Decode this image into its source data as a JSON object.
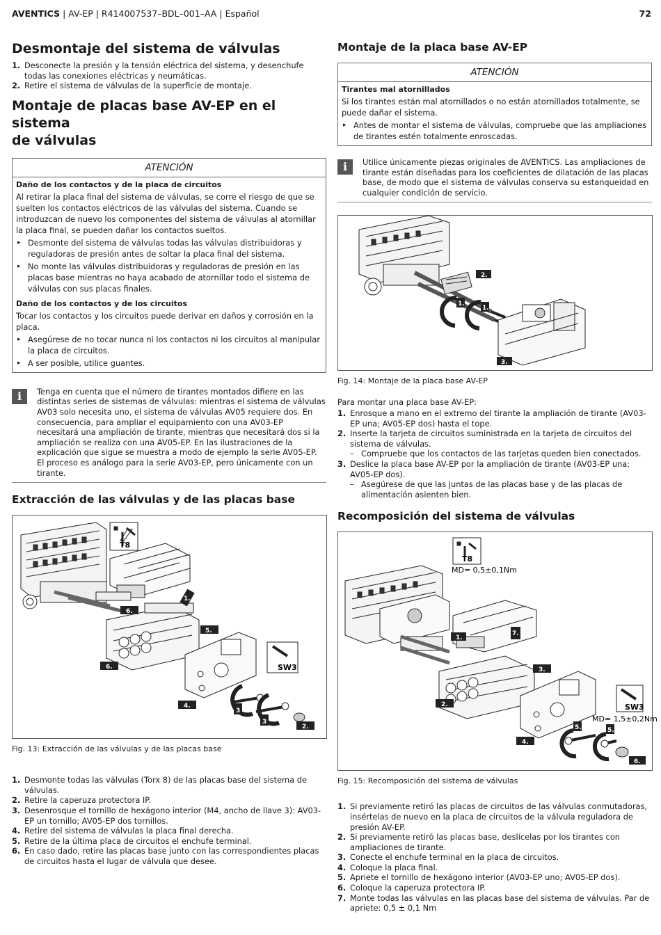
{
  "header": {
    "brand": "AVENTICS",
    "meta": " | AV-EP | R414007537–BDL–001–AA | Español",
    "page": "72"
  },
  "left": {
    "h_desmontaje": "Desmontaje del sistema de válvulas",
    "desmontaje_steps": [
      {
        "n": "1.",
        "t": "Desconecte la presión y la tensión eléctrica del sistema, y desenchufe todas las conexiones eléctricas y neumáticas."
      },
      {
        "n": "2.",
        "t": "Retire el sistema de válvulas de la superficie de montaje."
      }
    ],
    "h_montaje_line1": "Montaje de placas base AV-EP en el sistema",
    "h_montaje_line2": "de válvulas",
    "warn": {
      "title": "ATENCIÓN",
      "h1": "Daño de los contactos y de la placa de circuitos",
      "p1": "Al retirar la placa final del sistema de válvulas, se corre el riesgo de que se suelten los contactos eléctricos de las válvulas del sistema. Cuando se introduzcan de nuevo los componentes del sistema de válvulas al atornillar la placa final, se pueden dañar los contactos sueltos.",
      "b1": "Desmonte del sistema de válvulas todas las válvulas distribuidoras y reguladoras de presión antes de soltar la placa final del sistema.",
      "b2": "No monte las válvulas distribuidoras y reguladoras de presión en las placas base mientras no haya acabado de atornillar todo el sistema de válvulas con sus placas finales.",
      "h2": "Daño de los contactos y de los circuitos",
      "p2": "Tocar los contactos y los circuitos puede derivar en daños y corrosión en la placa.",
      "b3": "Asegúrese de no tocar nunca ni los contactos ni los circuitos al manipular la placa de circuitos.",
      "b4": "A ser posible, utilice guantes."
    },
    "info": "Tenga en cuenta que el número de tirantes montados difiere en las distintas series de sistemas de válvulas: mientras el sistema de válvulas AV03 solo necesita uno, el sistema de válvulas AV05 requiere dos. En consecuencia, para ampliar el equipamiento con una AV03-EP necesitará una ampliación de tirante, mientras que necesitará dos si la ampliación se realiza con una AV05-EP. En las ilustraciones de la explicación que sigue se muestra a modo de ejemplo la serie AV05-EP. El proceso es análogo para la serie AV03-EP, pero únicamente con un tirante.",
    "h_extraccion": "Extracción de las válvulas y de las placas base",
    "fig13": {
      "caption": "Fig. 13:   Extracción de las válvulas y de las placas base",
      "tool1": "T8",
      "tool2": "SW3",
      "tags": [
        "1.",
        "2.",
        "3",
        "3",
        "4.",
        "5.",
        "6.",
        "6."
      ]
    },
    "extraccion_steps": [
      {
        "n": "1.",
        "t": "Desmonte todas las válvulas (Torx 8) de las placas base del sistema de válvulas."
      },
      {
        "n": "2.",
        "t": "Retire la caperuza protectora IP."
      },
      {
        "n": "3.",
        "t": "Desenrosque el tornillo de hexágono interior (M4, ancho de llave 3): AV03-EP un tornillo; AV05-EP dos tornillos."
      },
      {
        "n": "4.",
        "t": "Retire del sistema de válvulas la placa final derecha."
      },
      {
        "n": "5.",
        "t": "Retire de la última placa de circuitos el enchufe terminal."
      },
      {
        "n": "6.",
        "t": "En caso dado, retire las placas base junto con las correspondientes placas de circuitos hasta el lugar de válvula que desee."
      }
    ]
  },
  "right": {
    "h_montaje_placa": "Montaje de la placa base AV-EP",
    "warn": {
      "title": "ATENCIÓN",
      "h1": "Tirantes mal atornillados",
      "p1": "Si los tirantes están mal atornillados o no están atornillados totalmente, se puede dañar el sistema.",
      "b1": "Antes de montar el sistema de válvulas, compruebe que las ampliaciones de tirantes estén totalmente enroscadas."
    },
    "info": "Utilice únicamente piezas originales de AVENTICS. Las ampliaciones de tirante están diseñadas para los coeficientes de dilatación de las placas base, de modo que el sistema de válvulas conserva su estanqueidad en cualquier condición de servicio.",
    "fig14": {
      "caption": "Fig. 14:   Montaje de la placa base AV-EP",
      "tags": [
        "1.",
        "1.",
        "2.",
        "3."
      ]
    },
    "intro": "Para montar una placa base AV-EP:",
    "montaje_steps": [
      {
        "n": "1.",
        "t": "Enrosque a mano en el extremo del tirante la ampliación de tirante (AV03-EP una; AV05-EP dos) hasta el tope.",
        "sub": ""
      },
      {
        "n": "2.",
        "t": "Inserte la tarjeta de circuitos suministrada en la tarjeta de circuitos del sistema de válvulas.",
        "sub": "Compruebe que los contactos de las tarjetas queden bien conectados."
      },
      {
        "n": "3.",
        "t": "Deslice la placa base AV-EP por la ampliación de tirante (AV03-EP una; AV05-EP dos).",
        "sub": "Asegúrese de que las juntas de las placas base y de las placas de alimentación asienten bien."
      }
    ],
    "h_recomposicion": "Recomposición del sistema de válvulas",
    "fig15": {
      "caption": "Fig. 15:   Recomposición del sistema de válvulas",
      "tool1": "T8",
      "torque1": "MD= 0,5±0,1Nm",
      "tool2": "SW3",
      "torque2": "MD= 1,5±0,2Nm",
      "tags": [
        "1.",
        "2.",
        "3.",
        "4.",
        "5.",
        "5.",
        "6.",
        "7."
      ]
    },
    "recomp_steps": [
      {
        "n": "1.",
        "t": "Si previamente retiró las placas de circuitos de las válvulas conmutadoras, insértelas de nuevo en la placa de circuitos de la válvula reguladora de presión AV-EP."
      },
      {
        "n": "2.",
        "t": "Si previamente retiró las placas base, deslícelas por los tirantes con ampliaciones de tirante."
      },
      {
        "n": "3.",
        "t": "Conecte el enchufe terminal en la placa de circuitos."
      },
      {
        "n": "4.",
        "t": "Coloque la placa final."
      },
      {
        "n": "5.",
        "t": "Apriete el tornillo de hexágono interior (AV03-EP uno; AV05-EP dos)."
      },
      {
        "n": "6.",
        "t": "Coloque la caperuza protectora IP."
      },
      {
        "n": "7.",
        "t": "Monte todas las válvulas en las placas base del sistema de válvulas. Par de apriete: 0,5 ± 0,1 Nm"
      }
    ]
  }
}
